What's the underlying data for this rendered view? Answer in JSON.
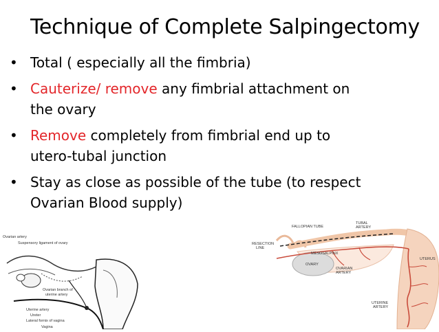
{
  "slide": {
    "title": "Technique of Complete Salpingectomy",
    "bullet_glyph": "•",
    "bullets": [
      {
        "lines": [
          "Total (  especially all the fimbria)"
        ]
      },
      {
        "highlight": "Cauterize/ remove",
        "rest": " any fimbrial attachment on",
        "line2": "the ovary"
      },
      {
        "highlight": "Remove",
        "rest": " completely from fimbrial end up to",
        "line2": "utero-tubal junction"
      },
      {
        "lines": [
          "Stay as close as possible of the tube (to respect",
          "Ovarian Blood supply)"
        ]
      }
    ],
    "colors": {
      "highlight": "#e3262a",
      "text": "#000000"
    }
  },
  "left_figure": {
    "labels": {
      "ovarian_artery": "Ovarian artery",
      "suspensory_ligament": "Suspensory ligament of ovary",
      "ovarian_branch_1": "Ovarian branch of",
      "ovarian_branch_2": "uterine artery",
      "uterine_artery": "Uterine artery",
      "ureter": "Ureter",
      "lateral_fornix": "Lateral fornix of vagina",
      "vagina": "Vagina"
    }
  },
  "right_figure": {
    "labels": {
      "fallopian_tube": "FALLOPIAN TUBE",
      "tubal_artery_1": "TUBAL",
      "tubal_artery_2": "ARTERY",
      "resection_line_1": "RESECTION",
      "resection_line_2": "LINE",
      "mesosalpinx": "MESOSALPINX",
      "ovary": "OVARY",
      "ovarian_artery_1": "OVARIAN",
      "ovarian_artery_2": "ARTERY",
      "uterus": "UTERUS",
      "uterine_artery_1": "UTERINE",
      "uterine_artery_2": "ARTERY"
    }
  }
}
